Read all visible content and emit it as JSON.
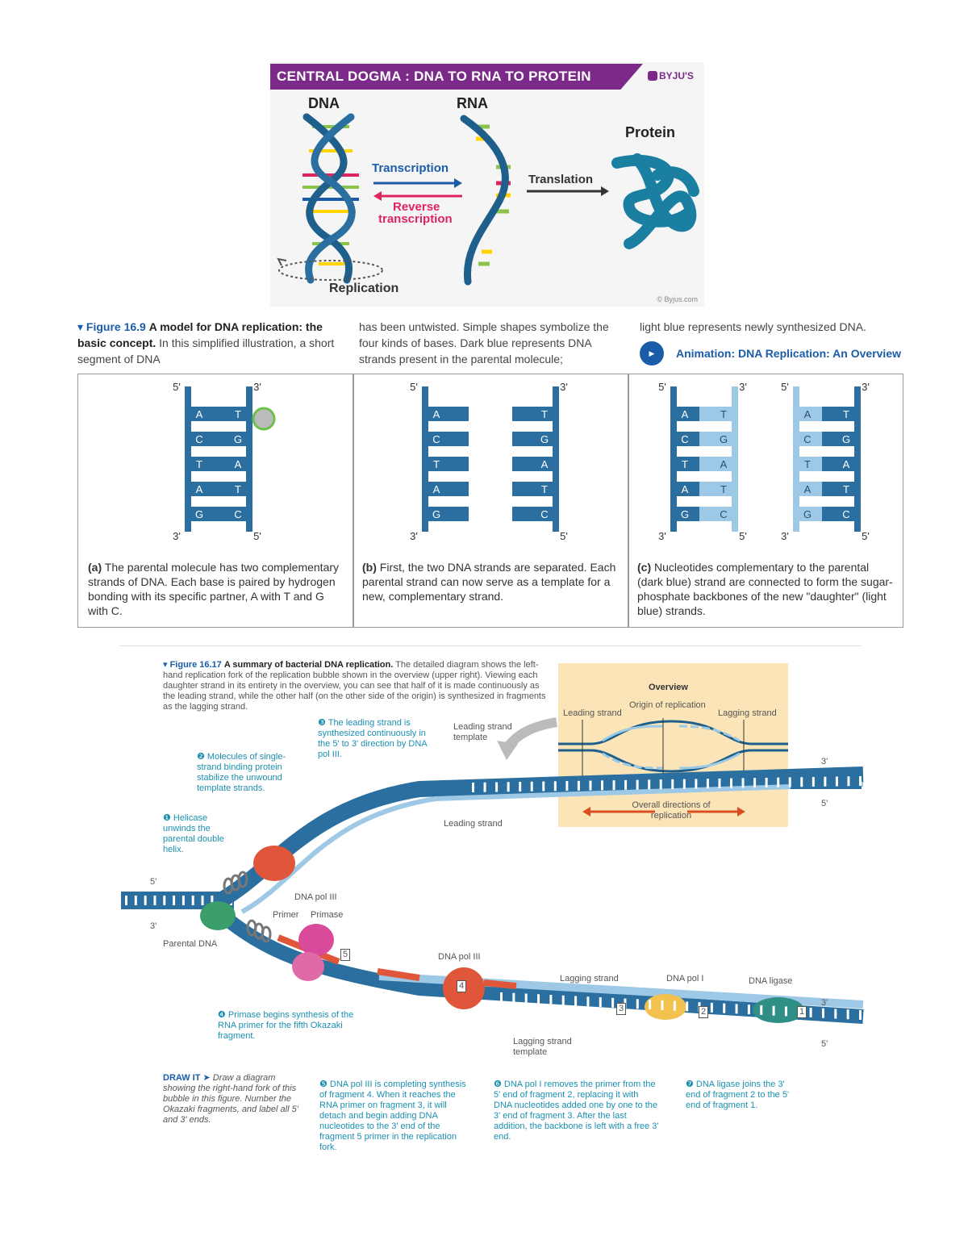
{
  "dogma": {
    "title": "CENTRAL DOGMA : DNA TO RNA TO PROTEIN",
    "logo": "BYJU'S",
    "labels": {
      "dna": "DNA",
      "rna": "RNA",
      "protein": "Protein"
    },
    "transcription": "Transcription",
    "reverse_line1": "Reverse",
    "reverse_line2": "transcription",
    "translation": "Translation",
    "replication": "Replication",
    "copyright": "© Byjus.com",
    "colors": {
      "banner": "#7b2a8a",
      "helix": "#1f5f8b",
      "protein": "#1a7fa0",
      "reverse": "#e0245e",
      "transcription": "#1b5ca8"
    }
  },
  "fig169": {
    "caption_fig": "Figure 16.9",
    "caption_bold": "A model for DNA replication: the basic concept.",
    "caption_col1": "In this simplified illustration, a short segment of DNA",
    "caption_col2": "has been untwisted. Simple shapes symbolize the four kinds of bases. Dark blue represents DNA strands present in the parental molecule;",
    "caption_col3": "light blue represents newly synthesized DNA.",
    "animation": "Animation: DNA Replication: An Overview",
    "panels": [
      {
        "letter": "(a)",
        "text": "The parental molecule has two complementary strands of DNA. Each base is paired by hydrogen bonding with its specific partner, A with T and G with C."
      },
      {
        "letter": "(b)",
        "text": "First, the two DNA strands are separated. Each parental strand can now serve as a template for a new, complementary strand."
      },
      {
        "letter": "(c)",
        "text": "Nucleotides complementary to the parental (dark blue) strand are connected to form the sugar-phosphate backbones of the new \"daughter\" (light blue) strands."
      }
    ],
    "left_bases": [
      "A",
      "C",
      "T",
      "A",
      "G"
    ],
    "right_bases": [
      "T",
      "G",
      "A",
      "T",
      "C"
    ],
    "five_prime": "5'",
    "three_prime": "3'"
  },
  "fig1617": {
    "caption_fig": "Figure 16.17",
    "caption_bold": "A summary of bacterial DNA replication.",
    "caption_text": "The detailed diagram shows the left-hand replication fork of the replication bubble shown in the overview (upper right). Viewing each daughter strand in its entirety in the overview, you can see that half of it is made continuously as the leading strand, while the other half (on the other side of the origin) is synthesized in fragments as the lagging strand.",
    "overview": {
      "title": "Overview",
      "origin": "Origin of replication",
      "leading_left": "Leading strand",
      "lagging_right": "Lagging strand",
      "lagging_left": "Lagging strand",
      "leading_right": "Leading strand",
      "directions": "Overall directions of replication"
    },
    "steps": {
      "s1": "Helicase unwinds the parental double helix.",
      "s2": "Molecules of single-strand binding protein stabilize the unwound template strands.",
      "s3": "The leading strand is synthesized continuously in the 5' to 3' direction by DNA pol III.",
      "s4": "Primase begins synthesis of the RNA primer for the fifth Okazaki fragment.",
      "s5": "DNA pol III is completing synthesis of fragment 4. When it reaches the RNA primer on fragment 3, it will detach and begin adding DNA nucleotides to the 3' end of the fragment 5 primer in the replication fork.",
      "s6": "DNA pol I removes the primer from the 5' end of fragment 2, replacing it with DNA nucleotides added one by one to the 3' end of fragment 3. After the last addition, the backbone is left with a free 3' end.",
      "s7": "DNA ligase joins the 3' end of fragment 2 to the 5' end of fragment 1."
    },
    "labels": {
      "leading_template": "Leading strand template",
      "leading_strand": "Leading strand",
      "dna_pol_iii_top": "DNA pol III",
      "primer": "Primer",
      "primase": "Primase",
      "parental_dna": "Parental DNA",
      "dna_pol_iii_bottom": "DNA pol III",
      "lagging_strand": "Lagging strand",
      "dna_pol_i": "DNA pol I",
      "dna_ligase": "DNA ligase",
      "lagging_template": "Lagging strand template"
    },
    "fragments": [
      "5",
      "4",
      "3",
      "2",
      "1"
    ],
    "draw_it_label": "DRAW IT ➤",
    "draw_it_text": "Draw a diagram showing the right-hand fork of this bubble in this figure. Number the Okazaki fragments, and label all 5' and 3' ends."
  }
}
